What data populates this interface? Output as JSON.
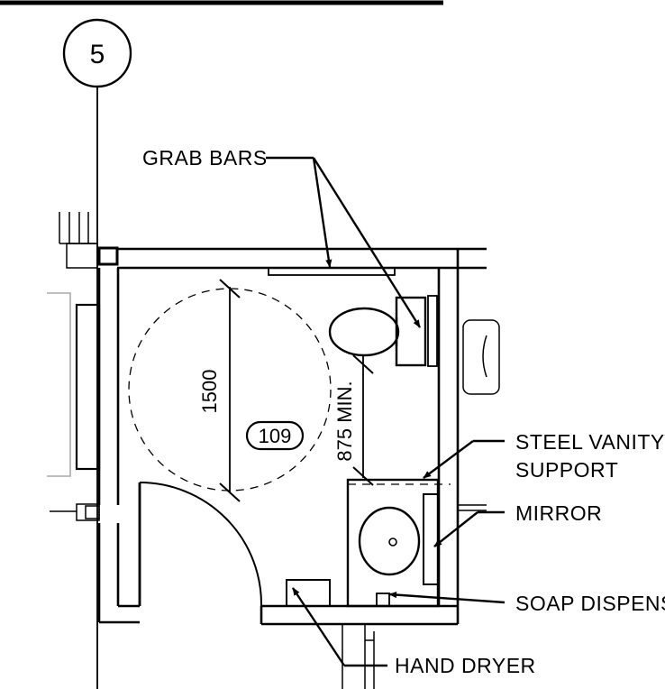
{
  "grid_bubble": {
    "label": "5"
  },
  "room": {
    "number": "109"
  },
  "dimensions": {
    "turning_circle": "1500",
    "clearance": "875 MIN."
  },
  "callouts": {
    "grab_bars": "GRAB  BARS",
    "steel_vanity_line1": "STEEL  VANITY",
    "steel_vanity_line2": "SUPPORT",
    "mirror": "MIRROR",
    "soap_dispenser": "SOAP  DISPENS",
    "hand_dryer": "HAND  DRYER"
  }
}
